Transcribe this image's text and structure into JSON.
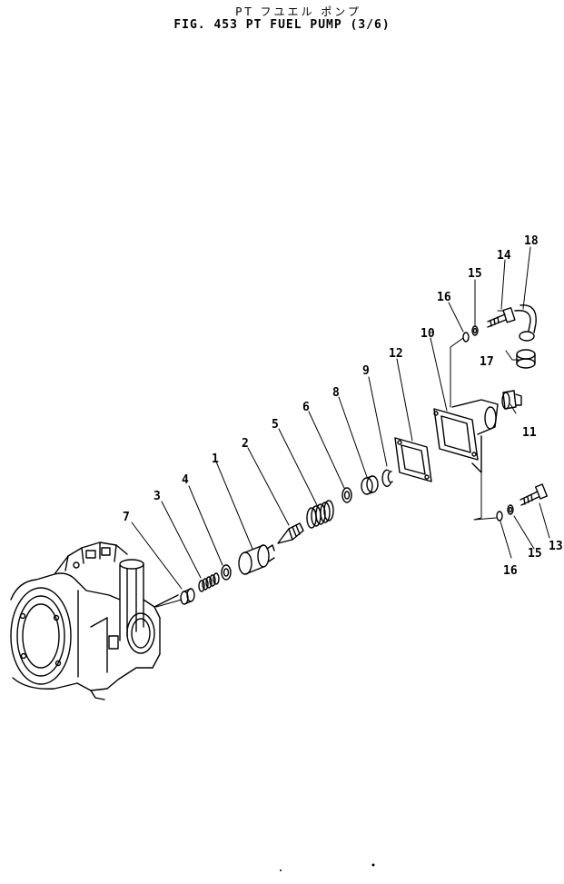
{
  "header": {
    "title_jp": "PT フユエル ポンプ",
    "title": "FIG. 453  PT FUEL PUMP (3/6)"
  },
  "parts": [
    {
      "id": "p1",
      "label": "1"
    },
    {
      "id": "p2",
      "label": "2"
    },
    {
      "id": "p3",
      "label": "3"
    },
    {
      "id": "p4",
      "label": "4"
    },
    {
      "id": "p5",
      "label": "5"
    },
    {
      "id": "p6",
      "label": "6"
    },
    {
      "id": "p7",
      "label": "7"
    },
    {
      "id": "p8",
      "label": "8"
    },
    {
      "id": "p9",
      "label": "9"
    },
    {
      "id": "p10",
      "label": "10"
    },
    {
      "id": "p11",
      "label": "11"
    },
    {
      "id": "p12",
      "label": "12"
    },
    {
      "id": "p13",
      "label": "13"
    },
    {
      "id": "p14",
      "label": "14"
    },
    {
      "id": "p15a",
      "label": "15"
    },
    {
      "id": "p15b",
      "label": "15"
    },
    {
      "id": "p16a",
      "label": "16"
    },
    {
      "id": "p16b",
      "label": "16"
    },
    {
      "id": "p17",
      "label": "17"
    },
    {
      "id": "p18",
      "label": "18"
    }
  ]
}
